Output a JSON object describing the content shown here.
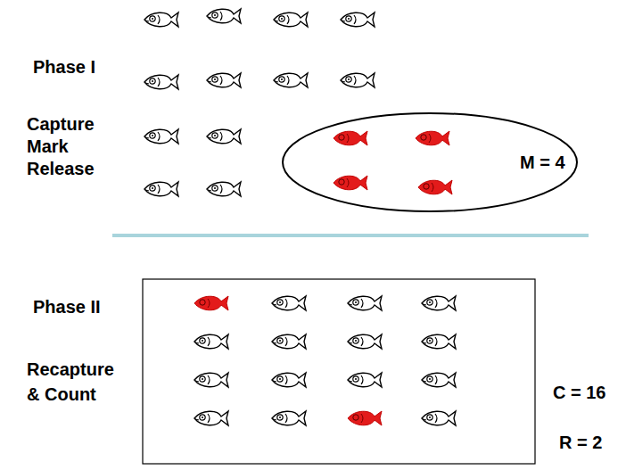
{
  "diagram": {
    "labels": [
      "Phase I",
      "Capture Mark Release",
      "M = 4",
      "Phase II",
      "Recapture & Count",
      "C = 16",
      "R = 2"
    ]
  }
}
